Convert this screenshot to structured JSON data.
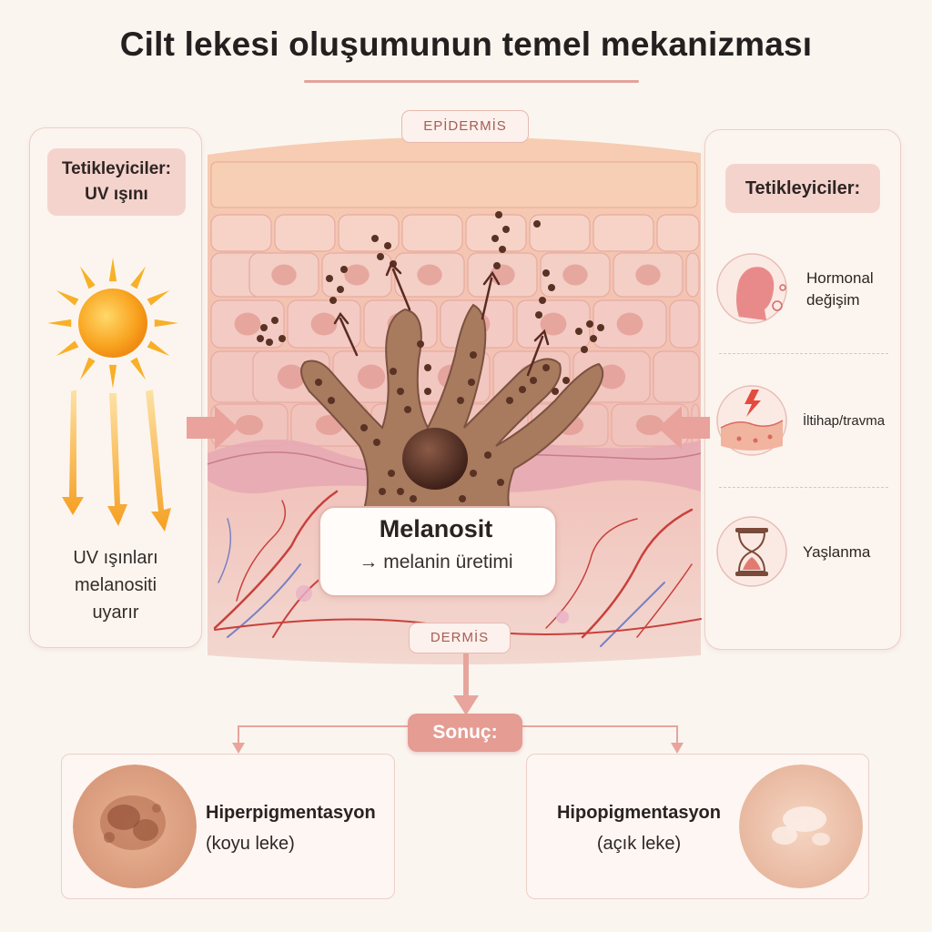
{
  "title": "Cilt lekesi oluşumunun temel mekanizması",
  "layers": {
    "epidermis": "EPİDERMİS",
    "dermis": "DERMİS"
  },
  "left_panel": {
    "chip_line1": "Tetikleyiciler:",
    "chip_line2": "UV ışını",
    "uv_text_line1": "UV ışınları",
    "uv_text_line2": "melanositi",
    "uv_text_line3": "uyarır"
  },
  "right_panel": {
    "chip": "Tetikleyiciler:",
    "triggers": [
      {
        "line1": "Hormonal",
        "line2": "değişim",
        "icon": "woman-head-icon"
      },
      {
        "line1": "İltihap/travma",
        "line2": "",
        "icon": "skin-lightning-icon"
      },
      {
        "line1": "Yaşlanma",
        "line2": "",
        "icon": "hourglass-icon"
      }
    ]
  },
  "melanocyte": {
    "title": "Melanosit",
    "subtitle": "→ melanin üretimi"
  },
  "result": {
    "label": "Sonuç:",
    "hyper_title": "Hiperpigmentasyon",
    "hyper_sub": "(koyu leke)",
    "hypo_title": "Hipopigmentasyon",
    "hypo_sub": "(açık leke)"
  },
  "colors": {
    "accent": "#e59c93",
    "panel_border": "#ebcfc6",
    "melanin": "#5a3224",
    "melanocyte": "#a87a5e",
    "sun": "#f7a21b"
  }
}
